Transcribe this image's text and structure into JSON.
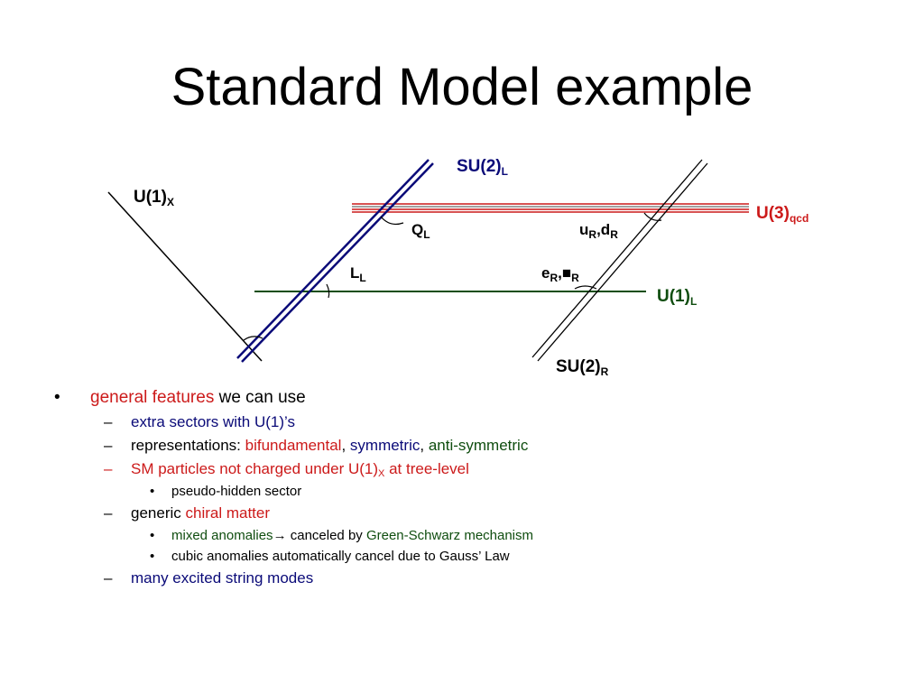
{
  "slide": {
    "title": "Standard Model example"
  },
  "diagram": {
    "labels": {
      "su2l": {
        "main": "SU(2)",
        "sub": "L"
      },
      "u1x": {
        "main": "U(1)",
        "sub": "X"
      },
      "u3qcd": {
        "main": "U(3)",
        "sub": "qcd"
      },
      "ql": {
        "main": "Q",
        "sub": "L"
      },
      "urdr": {
        "a": "u",
        "a_sub": "R",
        "sep": ",",
        "b": "d",
        "b_sub": "R"
      },
      "ll": {
        "main": "L",
        "sub": "L"
      },
      "ernr": {
        "a": "e",
        "a_sub": "R",
        "sep": ",",
        "b": "■",
        "b_sub": "R"
      },
      "u1l": {
        "main": "U(1)",
        "sub": "L"
      },
      "su2r": {
        "main": "SU(2)",
        "sub": "R"
      }
    },
    "colors": {
      "navy": "#0a0a78",
      "red": "#cc1a1a",
      "green": "#0f4d0f",
      "black": "#000000"
    }
  },
  "bullets": {
    "b1": {
      "mark": "•",
      "part1": "general features",
      "part2": " we can use"
    },
    "b1a": {
      "mark": "–",
      "text": "extra sectors with U(1)’s"
    },
    "b1b": {
      "mark": "–",
      "part1": "representations: ",
      "part2": "bifundamental",
      "part3": ", ",
      "part4": "symmetric",
      "part5": ", ",
      "part6": "anti-symmetric"
    },
    "b1c": {
      "mark": "–",
      "part1": "SM particles not charged under U(1)",
      "sub": "X",
      "part2": " at tree-level"
    },
    "b1c1": {
      "mark": "•",
      "text": "pseudo-hidden sector"
    },
    "b1d": {
      "mark": "–",
      "part1": "generic ",
      "part2": "chiral matter"
    },
    "b1d1": {
      "mark": "•",
      "part1": "mixed anomalies",
      "arrow": "→",
      "part2": " canceled by ",
      "part3": "Green-Schwarz mechanism"
    },
    "b1d2": {
      "mark": "•",
      "text": "cubic anomalies automatically cancel due to Gauss’ Law"
    },
    "b1e": {
      "mark": "–",
      "text": "many excited string modes"
    }
  }
}
